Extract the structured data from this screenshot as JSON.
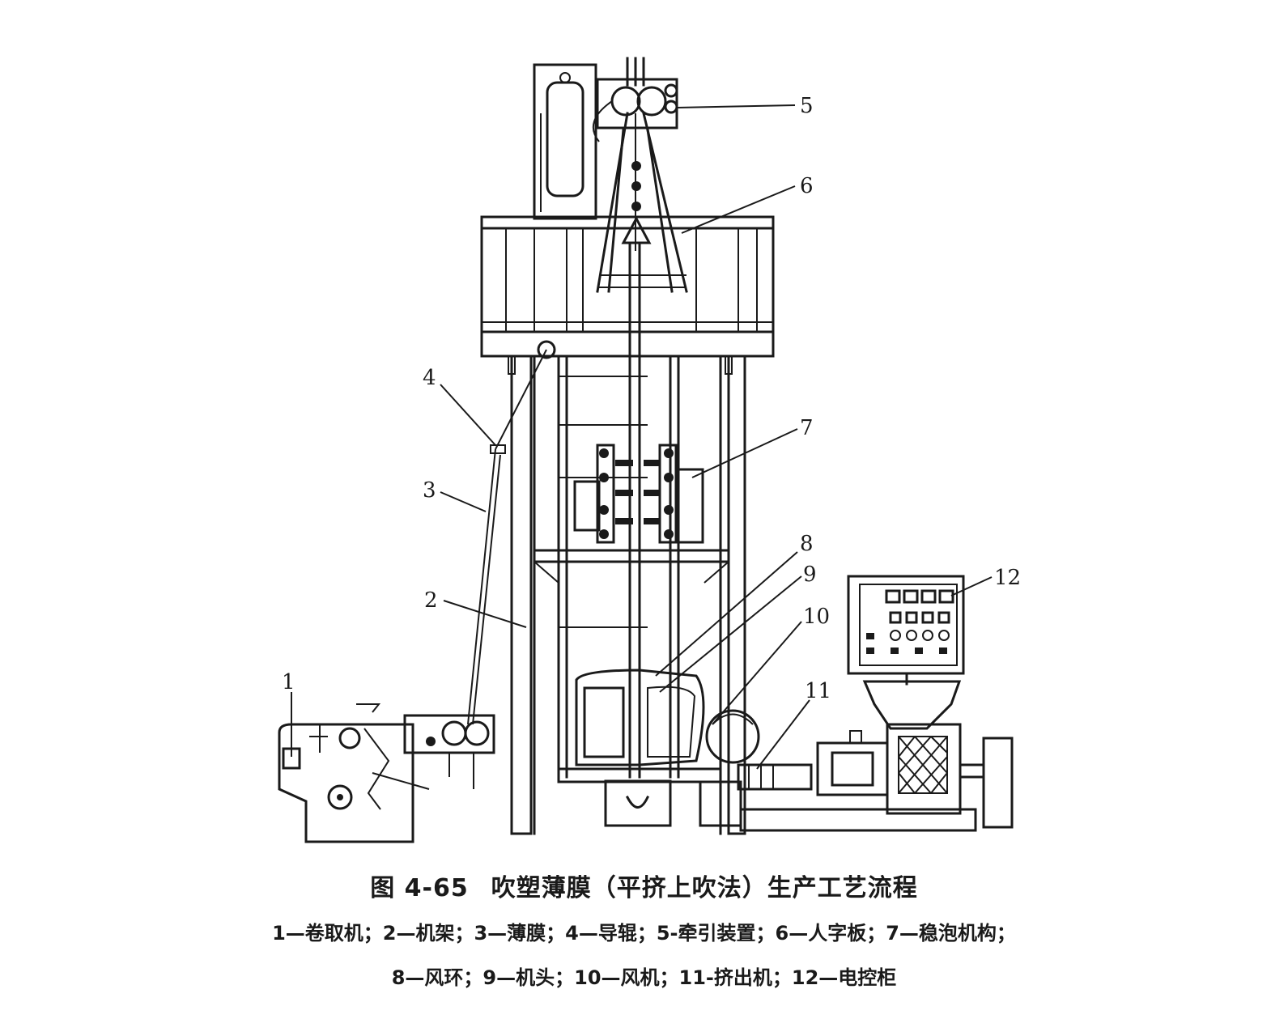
{
  "caption": {
    "figure_number": "图 4-65",
    "title": "吹塑薄膜（平挤上吹法）生产工艺流程"
  },
  "legend": {
    "line1": "1—卷取机；2—机架；3—薄膜；4—导辊；5-牵引装置；6—人字板；7—稳泡机构；",
    "line2": "8—风环；9—机头；10—风机；11-挤出机；12—电控柜"
  },
  "callouts": [
    "1",
    "2",
    "3",
    "4",
    "5",
    "6",
    "7",
    "8",
    "9",
    "10",
    "11",
    "12"
  ],
  "colors": {
    "ink": "#1a1a1a",
    "paper": "#ffffff"
  }
}
